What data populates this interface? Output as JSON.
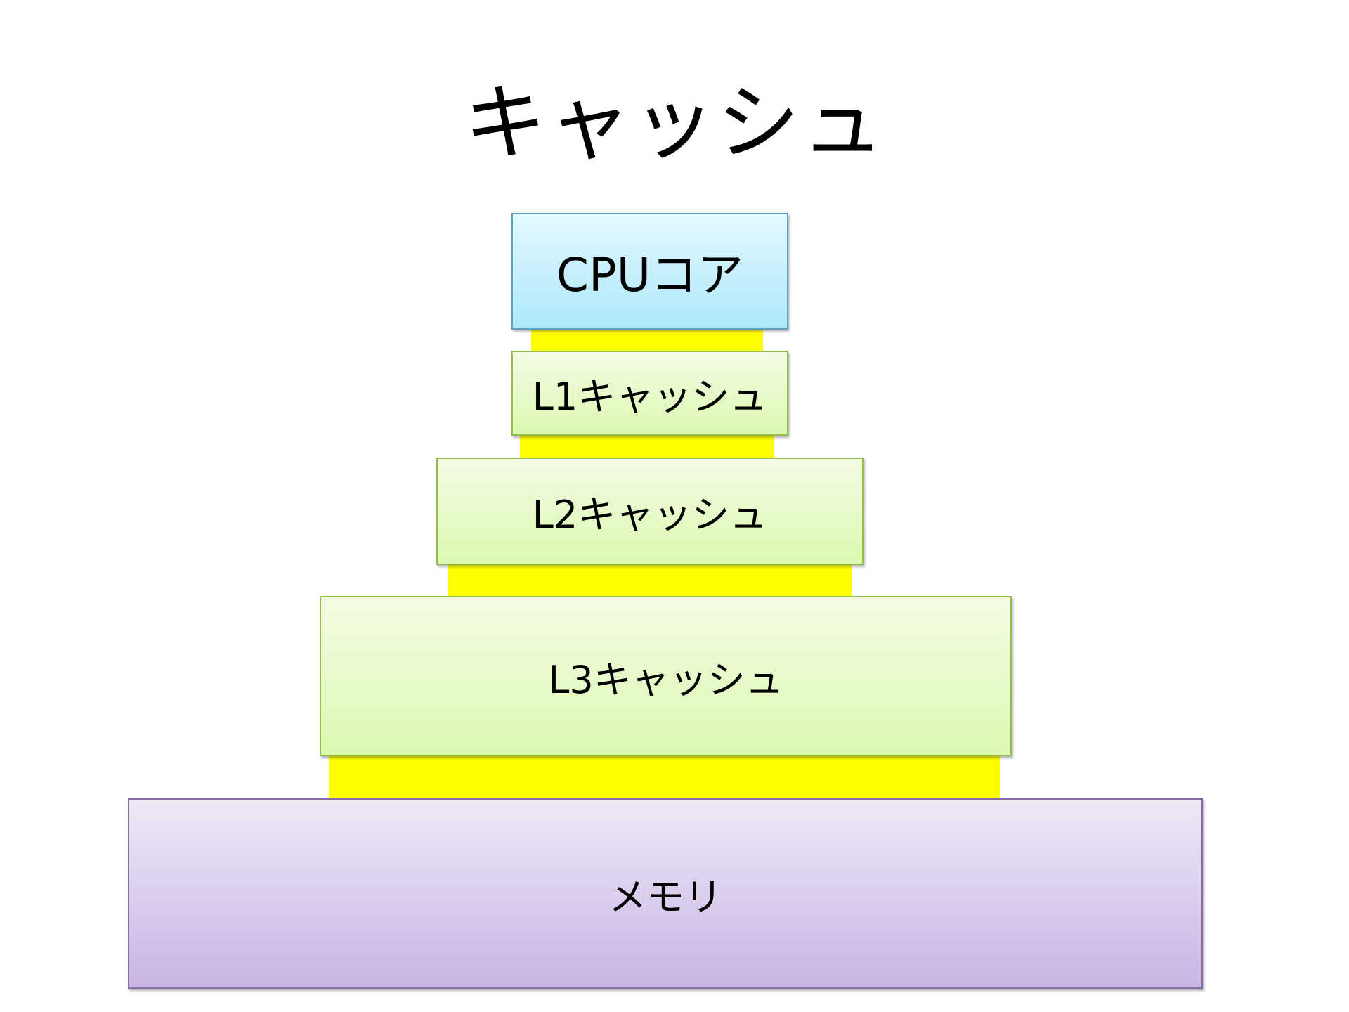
{
  "title": "キャッシュ",
  "layers": {
    "cpu": {
      "label": "CPUコア"
    },
    "l1": {
      "label": "L1キャッシュ"
    },
    "l2": {
      "label": "L2キャッシュ"
    },
    "l3": {
      "label": "L3キャッシュ"
    },
    "memory": {
      "label": "メモリ"
    }
  },
  "colors": {
    "connector": "#ffff00",
    "cpu_fill": "#ade9fa",
    "cache_fill": "#dcf9b1",
    "memory_fill": "#c8b5e4"
  }
}
